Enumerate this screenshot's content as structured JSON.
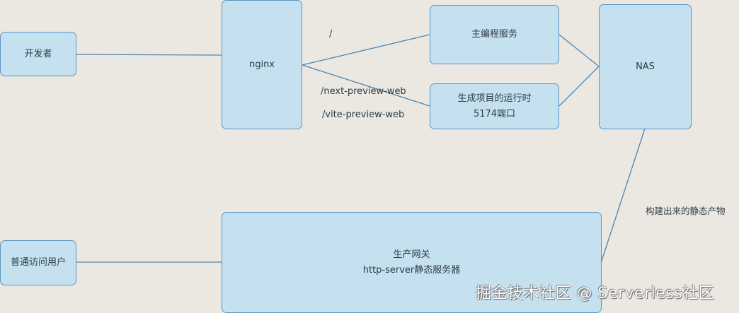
{
  "diagram": {
    "colors": {
      "background": "#ebe8e1",
      "node_fill": "#c5e1f0",
      "node_border": "#5b95c2",
      "edge": "#4a86b4",
      "text": "#2e3b46"
    },
    "nodes": {
      "developer": {
        "label": "开发者"
      },
      "nginx": {
        "label": "nginx"
      },
      "main_service": {
        "label": "主编程服务"
      },
      "runtime": {
        "line1": "生成项目的运行时",
        "line2": "5174端口"
      },
      "nas": {
        "label": "NAS"
      },
      "visitor": {
        "label": "普通访问用户"
      },
      "gateway": {
        "line1": "生产网关",
        "line2": "http-server静态服务器"
      }
    },
    "edge_labels": {
      "root_path": "/",
      "next_preview": "/next-preview-web",
      "vite_preview": "/vite-preview-web",
      "static_artifacts": "构建出来的静态产物"
    },
    "edges": [
      {
        "from": "developer",
        "to": "nginx"
      },
      {
        "from": "nginx",
        "to": "main_service",
        "label": "/"
      },
      {
        "from": "nginx",
        "to": "runtime",
        "label": "/next-preview-web, /vite-preview-web"
      },
      {
        "from": "main_service",
        "to": "nas"
      },
      {
        "from": "runtime",
        "to": "nas"
      },
      {
        "from": "nas",
        "to": "gateway",
        "label": "构建出来的静态产物"
      },
      {
        "from": "visitor",
        "to": "gateway"
      }
    ]
  },
  "watermark": "掘金技术社区 @ Serverless社区"
}
